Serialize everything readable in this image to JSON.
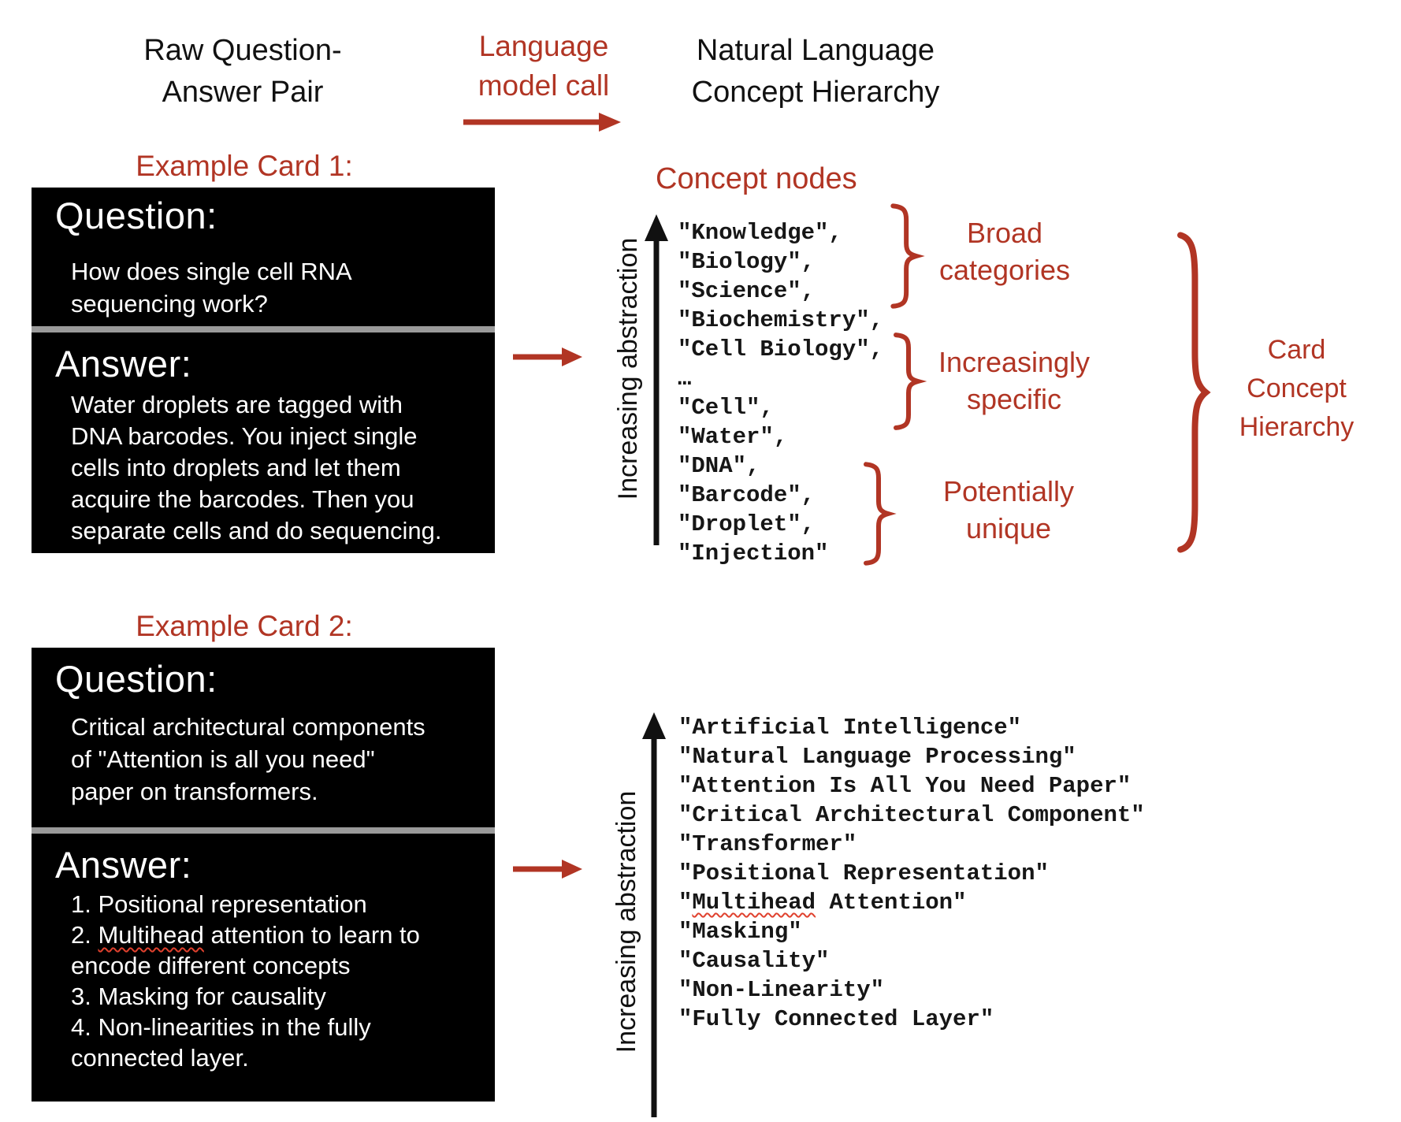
{
  "colors": {
    "accent_red": "#b13524",
    "card_background": "#000000",
    "card_text": "#ffffff",
    "divider_gray": "#9a9a9a",
    "ink": "#111111"
  },
  "header": {
    "left_title_line1": "Raw Question-",
    "left_title_line2": "Answer Pair",
    "arrow_caption_line1": "Language",
    "arrow_caption_line2": "model call",
    "right_title_line1": "Natural Language",
    "right_title_line2": "Concept Hierarchy"
  },
  "example1": {
    "label": "Example Card 1:",
    "question_heading": "Question:",
    "question_lines": [
      "How does single cell RNA",
      "sequencing work?"
    ],
    "answer_heading": "Answer:",
    "answer_lines": [
      "Water droplets are tagged with",
      "DNA barcodes. You inject single",
      "cells into droplets and let them",
      "acquire the barcodes. Then you",
      "separate cells and do sequencing."
    ]
  },
  "example2": {
    "label": "Example Card 2:",
    "question_heading": "Question:",
    "question_lines": [
      "Critical architectural components",
      "of \"Attention is all you need\"",
      "paper on transformers."
    ],
    "answer_heading": "Answer:",
    "answer_line1": "1. Positional representation",
    "answer_line2_pre": "2. ",
    "answer_line2_word": "Multihead",
    "answer_line2_post": " attention to learn to",
    "answer_lines_rest": [
      "encode different concepts",
      "3. Masking for causality",
      "4. Non-linearities in the fully",
      "connected layer."
    ]
  },
  "hierarchy1": {
    "title": "Concept nodes",
    "axis_label": "Increasing abstraction",
    "nodes": [
      "\"Knowledge\",",
      "\"Biology\",",
      "\"Science\",",
      "\"Biochemistry\",",
      "\"Cell Biology\",",
      "…",
      "\"Cell\",",
      "\"Water\",",
      "\"DNA\",",
      "\"Barcode\",",
      "\"Droplet\",",
      "\"Injection\""
    ],
    "annotations": {
      "broad_line1": "Broad",
      "broad_line2": "categories",
      "specific_line1": "Increasingly",
      "specific_line2": "specific",
      "unique_line1": "Potentially",
      "unique_line2": "unique",
      "overall_line1": "Card",
      "overall_line2": "Concept",
      "overall_line3": "Hierarchy"
    }
  },
  "hierarchy2": {
    "axis_label": "Increasing abstraction",
    "nodes_before": [
      "\"Artificial Intelligence\"",
      "\"Natural Language Processing\"",
      "\"Attention Is All You Need Paper\"",
      "\"Critical Architectural Component\"",
      "\"Transformer\"",
      "\"Positional Representation\""
    ],
    "multihead_pre": "\"",
    "multihead_word": "Multihead",
    "multihead_post": " Attention\"",
    "nodes_after": [
      "\"Masking\"",
      "\"Causality\"",
      "\"Non-Linearity\"",
      "\"Fully Connected Layer\""
    ]
  }
}
